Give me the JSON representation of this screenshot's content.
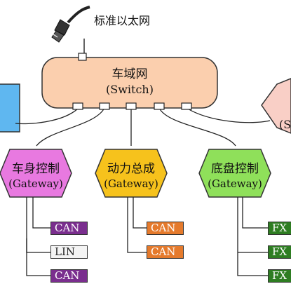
{
  "connector": {
    "label": "标准以太网"
  },
  "switch": {
    "title": "车域网",
    "subtitle": "(Switch)"
  },
  "left_partial": {},
  "right_partial": {
    "subtitle_fragment": "(S"
  },
  "gateways": [
    {
      "title": "车身控制",
      "subtitle": "(Gateway)"
    },
    {
      "title": "动力总成",
      "subtitle": "(Gateway)"
    },
    {
      "title": "底盘控制",
      "subtitle": "(Gateway)"
    }
  ],
  "buses": {
    "body": [
      "CAN",
      "LIN",
      "CAN"
    ],
    "powertrain": [
      "CAN",
      "CAN"
    ],
    "chassis": [
      "FX",
      "FX",
      "FX"
    ]
  },
  "colors": {
    "switch_fill": "#FBCFAE",
    "body_gateway": "#E879E0",
    "powertrain_gateway": "#F6C21C",
    "chassis_gateway": "#8FE05A",
    "left_node": "#5FB7F0",
    "right_node": "#F9CFC6",
    "can_purple": "#7A2E8E",
    "lin_white": "#F4F4F4",
    "can_orange": "#E57A2C",
    "fx_green": "#2E7D22"
  }
}
